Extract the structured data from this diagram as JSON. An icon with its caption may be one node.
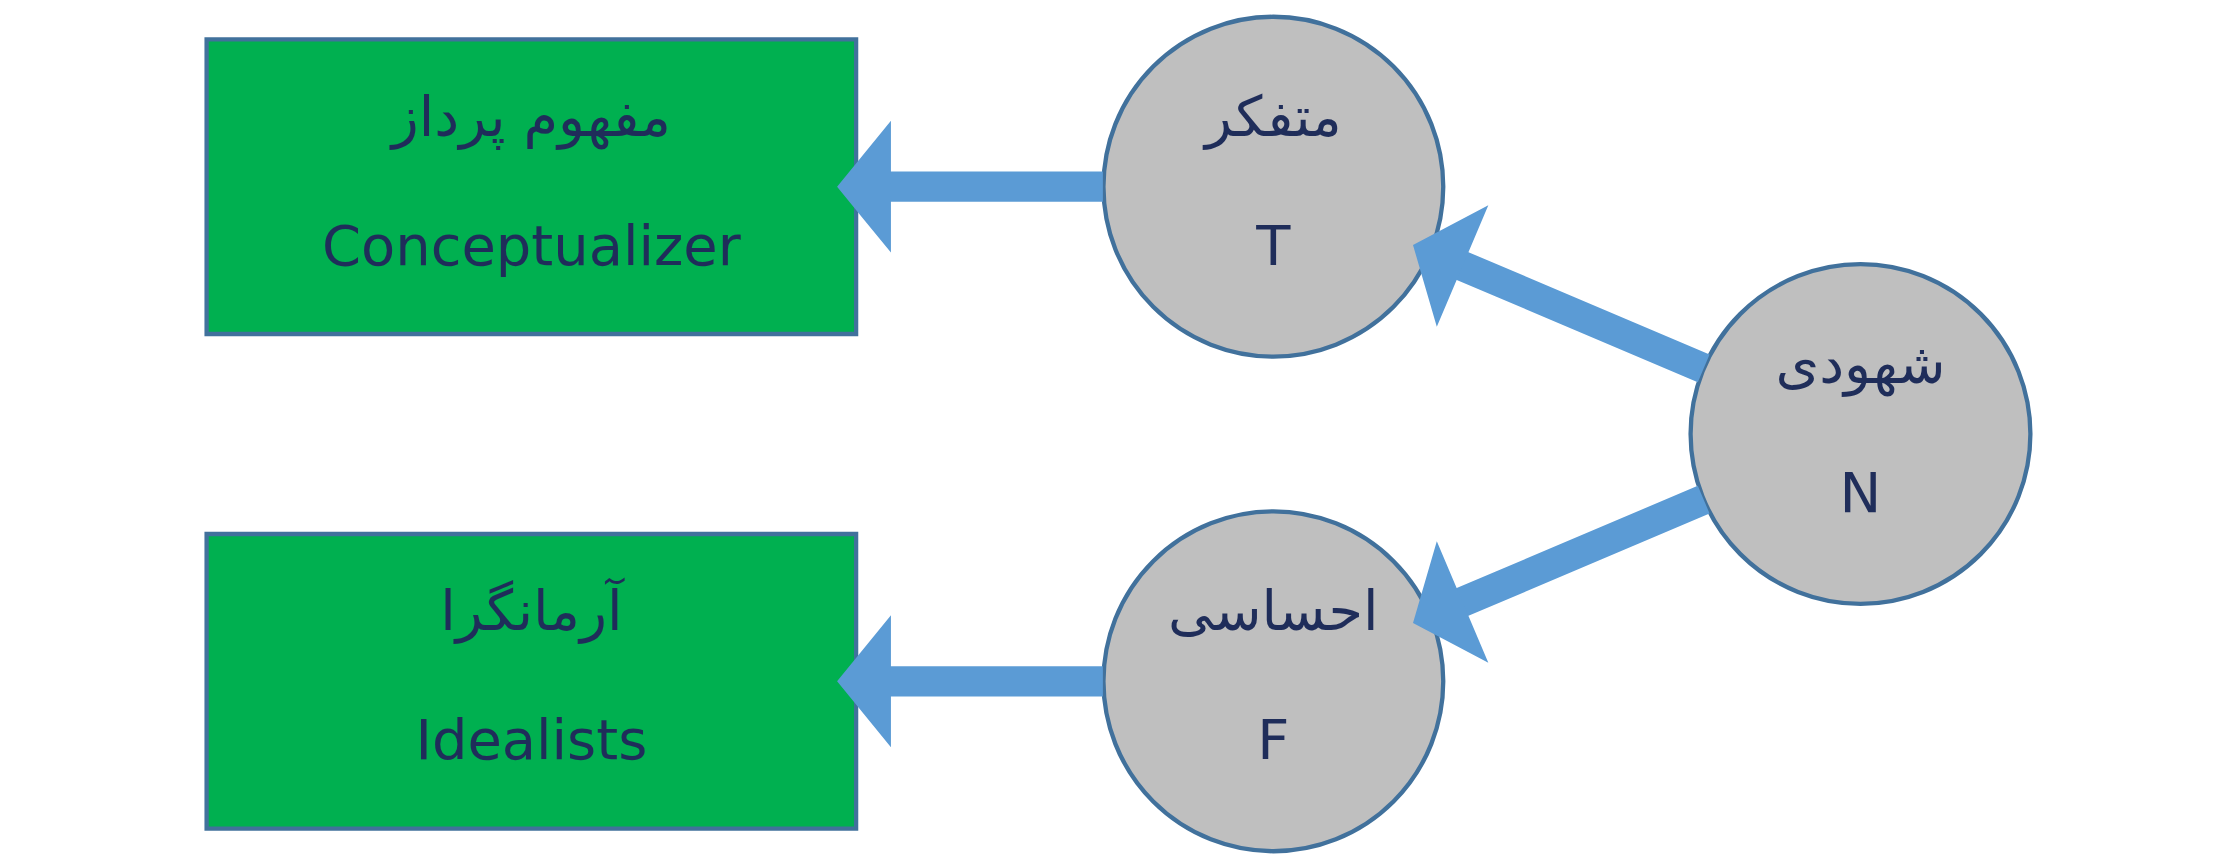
{
  "diagram": {
    "nodes": [
      {
        "text": [
          "مفهوم پرداز",
          "Conceptualizer"
        ]
      },
      {
        "text": [
          "متفکر",
          "T"
        ]
      },
      {
        "text": [
          "شهودی",
          "N"
        ]
      },
      {
        "text": [
          "آرمانگرا",
          "Idealists"
        ]
      },
      {
        "text": [
          "احساسی",
          "F"
        ]
      }
    ],
    "edges": [
      {
        "from": 2,
        "to": 1,
        "arrow": "to"
      },
      {
        "from": 2,
        "to": 4,
        "arrow": "to"
      },
      {
        "from": 1,
        "to": 0,
        "arrow": "to"
      },
      {
        "from": 4,
        "to": 3,
        "arrow": "to"
      }
    ]
  }
}
